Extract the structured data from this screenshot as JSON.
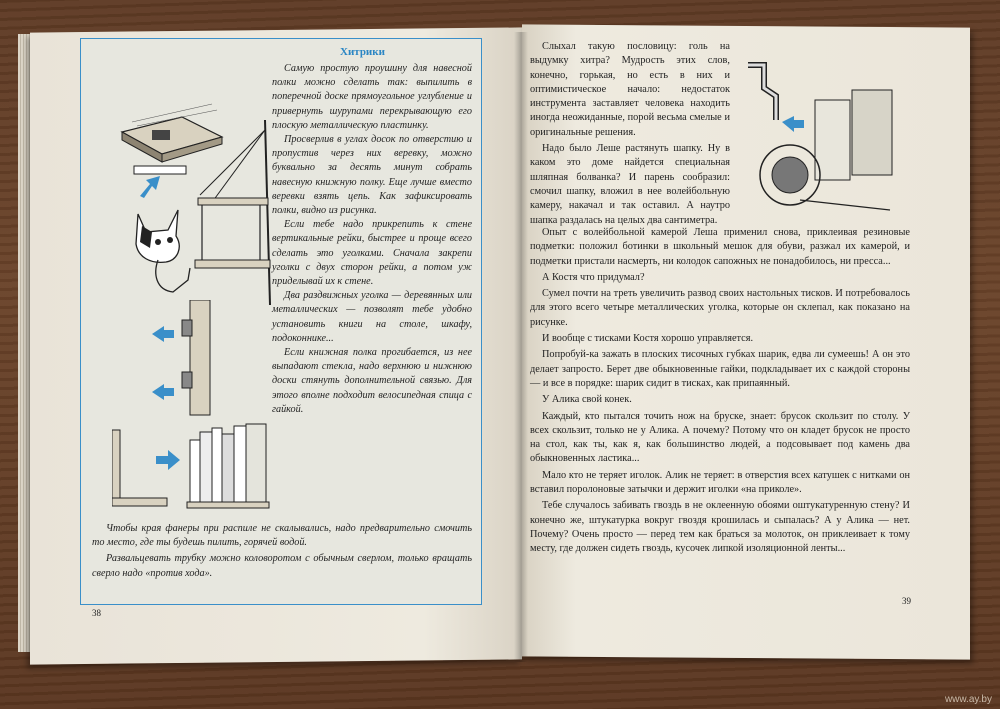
{
  "left_page": {
    "box_title": "Хитрики",
    "box_paragraphs": [
      "Самую простую проушину для навесной полки можно сделать так: выпилить в поперечной доске прямоугольное углубление и привернуть шурупами перекрывающую его плоскую металлическую пластинку.",
      "Просверлив в углах досок по отверстию и пропустив через них веревку, можно буквально за десять минут собрать навесную книжную полку. Еще лучше вместо веревки взять цепь. Как зафиксировать полки, видно из рисунка.",
      "Если тебе надо прикрепить к стене вертикальные рейки, быстрее и проще всего сделать это уголками. Сначала закрепи уголки с двух сторон рейки, а потом уж приделывай их к стене.",
      "Два раздвижных уголка — деревянных или металлических — позволят тебе удобно установить книги на столе, шкафу, подоконнике...",
      "Если книжная полка прогибается, из нее выпадают стекла, надо верхнюю и нижнюю доски стянуть дополнительной связью. Для этого вполне подходит велосипедная спица с гайкой."
    ],
    "bottom_paragraphs": [
      "Чтобы края фанеры при распиле не скалывались, надо предварительно смочить то место, где ты будешь пилить, горячей водой.",
      "Развальцевать трубку можно коловоротом с обычным сверлом, только вращать сверло надо «против хода»."
    ],
    "page_number": "38"
  },
  "right_page": {
    "top_paragraphs": [
      "Слыхал такую пословицу: голь на выдумку хитра? Мудрость этих слов, конечно, горькая, но есть в них и оптимистическое начало: недостаток инструмента заставляет человека находить иногда неожиданные, порой весьма смелые и оригинальные решения.",
      "Надо было Леше растянуть шапку. Ну в каком это доме найдется специальная шляпная болванка? И парень сообразил: смочил шапку, вложил в нее волейбольную камеру, накачал и так оставил. А наутро шапка раздалась на целых два сантиметра."
    ],
    "paragraphs": [
      "Опыт с волейбольной камерой Леша применил снова, приклеивая резиновые подметки: положил ботинки в школьный мешок для обуви, разжал их камерой, и подметки пристали насмерть, ни колодок сапожных не понадобилось, ни пресса...",
      "А Костя что придумал?",
      "Сумел почти на треть увеличить развод своих настольных тисков. И потребовалось для этого всего четыре металлических уголка, которые он склепал, как показано на рисунке.",
      "И вообще с тисками Костя хорошо управляется.",
      "Попробуй-ка зажать в плоских тисочных губках шарик, едва ли сумеешь! А он это делает запросто. Берет две обыкновенные гайки, подкладывает их с каждой стороны — и все в порядке: шарик сидит в тисках, как припаянный.",
      "У Алика свой конек.",
      "Каждый, кто пытался точить нож на бруске, знает: брусок скользит по столу. У всех скользит, только не у Алика. А почему? Потому что он кладет брусок не просто на стол, как ты, как я, как большинство людей, а подсовывает под камень два обыкновенных ластика...",
      "Мало кто не теряет иголок. Алик не теряет: в отверстия всех катушек с нитками он вставил поролоновые затычки и держит иголки «на приколе».",
      "Тебе случалось забивать гвоздь в не оклеенную обоями оштукатуренную стену? И конечно же, штукатурка вокруг гвоздя крошилась и сыпалась? А у Алика — нет. Почему? Очень просто — перед тем как браться за молоток, он приклеивает к тому месту, где должен сидеть гвоздь, кусочек липкой изоляционной ленты..."
    ],
    "page_number": "39"
  },
  "colors": {
    "accent_blue": "#3a8fc9",
    "paper": "#ebe6da",
    "table_wood": "#5e3a24"
  },
  "watermark": "www.ay.by"
}
